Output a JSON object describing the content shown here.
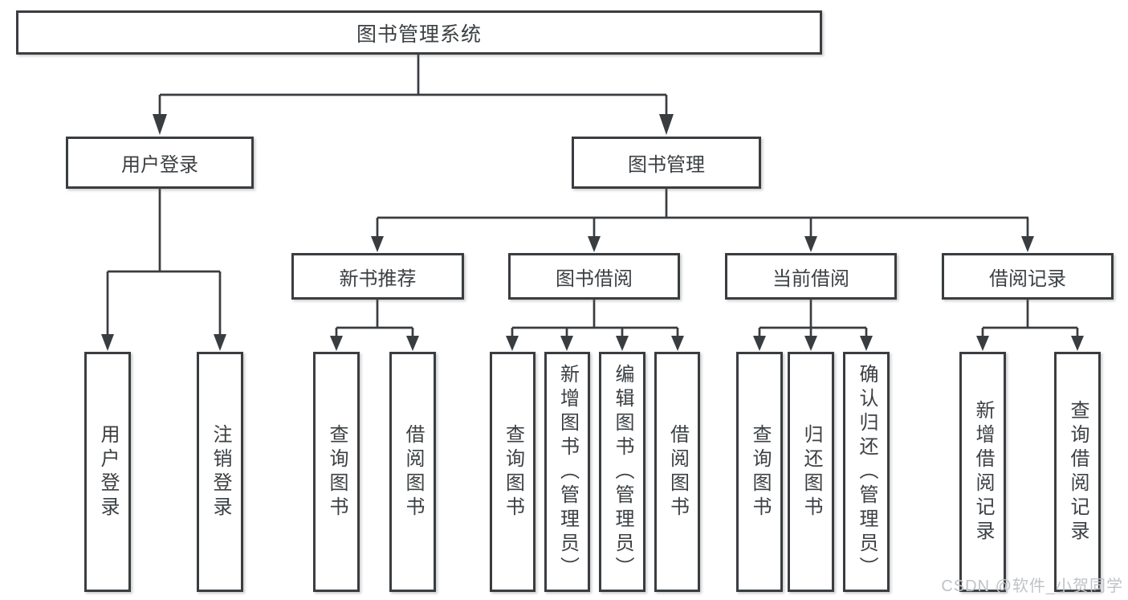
{
  "diagram": {
    "root": {
      "label": "图书管理系统"
    },
    "branches": [
      {
        "label": "用户登录",
        "children": [
          {
            "label": "用户登录"
          },
          {
            "label": "注销登录"
          }
        ]
      },
      {
        "label": "图书管理",
        "children": [
          {
            "label": "新书推荐",
            "children": [
              {
                "label": "查询图书"
              },
              {
                "label": "借阅图书"
              }
            ]
          },
          {
            "label": "图书借阅",
            "children": [
              {
                "label": "查询图书"
              },
              {
                "label": "新增图书（管理员）"
              },
              {
                "label": "编辑图书（管理员）"
              },
              {
                "label": "借阅图书"
              }
            ]
          },
          {
            "label": "当前借阅",
            "children": [
              {
                "label": "查询图书"
              },
              {
                "label": "归还图书"
              },
              {
                "label": "确认归还（管理员）"
              }
            ]
          },
          {
            "label": "借阅记录",
            "children": [
              {
                "label": "新增借阅记录"
              },
              {
                "label": "查询借阅记录"
              }
            ]
          }
        ]
      }
    ],
    "watermark": "CSDN @软件_小贺同学"
  },
  "colors": {
    "line": "#3a3d40",
    "text": "#3c4043",
    "box_bg": "#ffffff",
    "watermark": "#bfc3c7"
  }
}
